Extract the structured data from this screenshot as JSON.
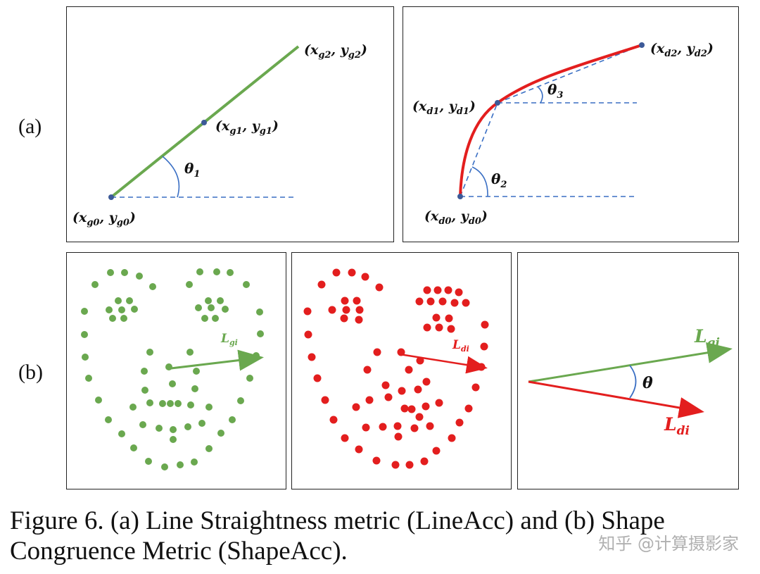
{
  "row_labels": {
    "a": "(a)",
    "b": "(b)"
  },
  "panel_a_left": {
    "points": [
      {
        "id": "g0",
        "label": "(x",
        "sub": "g0",
        "label2": ", y",
        "sub2": "g0",
        "close": ")"
      },
      {
        "id": "g1",
        "label": "(x",
        "sub": "g1",
        "label2": ", y",
        "sub2": "g1",
        "close": ")"
      },
      {
        "id": "g2",
        "label": "(x",
        "sub": "g2",
        "label2": ", y",
        "sub2": "g2",
        "close": ")"
      }
    ],
    "angle": {
      "sym": "θ",
      "sub": "1"
    }
  },
  "panel_a_right": {
    "points": [
      {
        "id": "d0",
        "label": "(x",
        "sub": "d0",
        "label2": ", y",
        "sub2": "d0",
        "close": ")"
      },
      {
        "id": "d1",
        "label": "(x",
        "sub": "d1",
        "label2": ", y",
        "sub2": "d1",
        "close": ")"
      },
      {
        "id": "d2",
        "label": "(x",
        "sub": "d2",
        "label2": ", y",
        "sub2": "d2",
        "close": ")"
      }
    ],
    "angle2": {
      "sym": "θ",
      "sub": "2"
    },
    "angle3": {
      "sym": "θ",
      "sub": "3"
    }
  },
  "panel_b": {
    "vector_g": {
      "sym": "L",
      "sub": "gi"
    },
    "vector_d": {
      "sym": "L",
      "sub": "di"
    },
    "angle": "θ"
  },
  "colors": {
    "green": "#6aa84f",
    "red": "#e31e1e",
    "blue_dot": "#3d5a98",
    "dash": "#3a6fc4",
    "arc": "#3a6fc4"
  },
  "caption": "Figure 6. (a) Line Straightness metric (LineAcc) and (b) Shape Congruence Metric (ShapeAcc).",
  "watermark": "知乎 @计算摄影家"
}
